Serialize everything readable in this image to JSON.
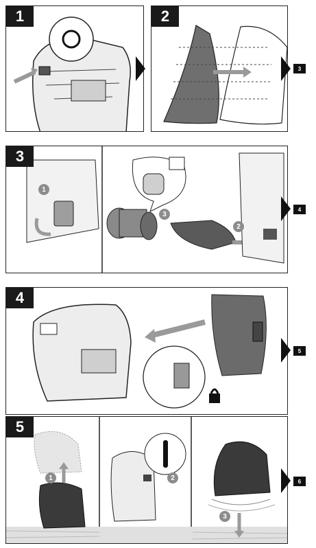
{
  "steps": [
    {
      "badge": "1"
    },
    {
      "badge": "2",
      "next": "3"
    },
    {
      "badge": "3",
      "next": "4",
      "callouts": [
        "1",
        "3",
        "2"
      ]
    },
    {
      "badge": "4",
      "next": "5"
    },
    {
      "badge": "5",
      "next": "6",
      "callouts": [
        "1",
        "2",
        "3"
      ]
    }
  ],
  "colors": {
    "ink": "#1a1a1a",
    "grey": "#8c8c8c",
    "light": "#d9d9d9"
  }
}
